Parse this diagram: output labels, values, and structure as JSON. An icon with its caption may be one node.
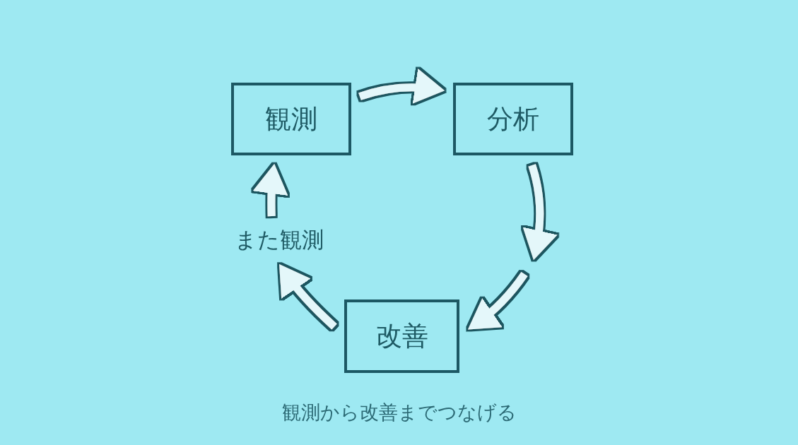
{
  "diagram": {
    "caption": "観測から改善までつなげる",
    "nodes": [
      {
        "text": [
          "観測"
        ]
      },
      {
        "text": [
          "分析"
        ]
      },
      {
        "text": [
          "改善"
        ]
      },
      {
        "text": [
          "また観測"
        ]
      }
    ],
    "edges": [
      {
        "from": 0,
        "to": 1,
        "arrow": "to"
      },
      {
        "from": 1,
        "to": null,
        "arrow": "to"
      },
      {
        "from": null,
        "to": 2,
        "arrow": "to"
      },
      {
        "from": 2,
        "to": 3,
        "arrow": "to"
      },
      {
        "from": 3,
        "to": 0,
        "arrow": "to"
      }
    ]
  }
}
